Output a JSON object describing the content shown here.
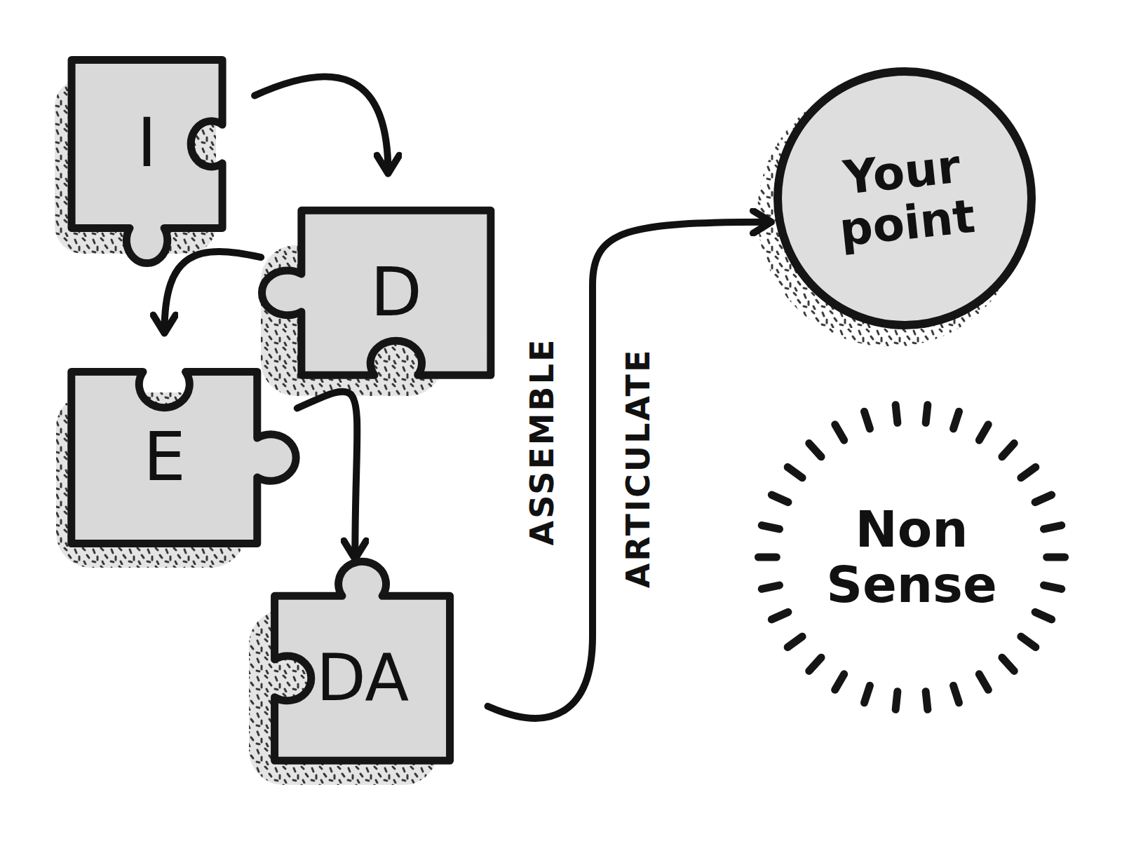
{
  "diagram": {
    "nodes": [
      {
        "text": [
          "I"
        ]
      },
      {
        "text": [
          "D"
        ]
      },
      {
        "text": [
          "E"
        ]
      },
      {
        "text": [
          "DA"
        ]
      },
      {
        "text": [
          "Your point"
        ]
      },
      {
        "text": [
          "Non Sense"
        ]
      }
    ],
    "edges": [
      {
        "from": 0,
        "to": 1,
        "arrow": "to"
      },
      {
        "from": 1,
        "to": 2,
        "arrow": "to"
      },
      {
        "from": 2,
        "to": 3,
        "arrow": "to"
      },
      {
        "from": 3,
        "to": 4,
        "label": "ASSEMBLE",
        "arrow": "to"
      }
    ],
    "labels": [
      "ARTICULATE"
    ]
  }
}
